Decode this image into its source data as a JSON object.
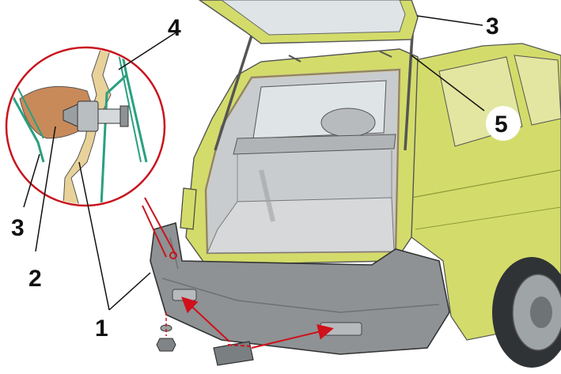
{
  "callouts": {
    "c1": "1",
    "c2": "2",
    "c3_left": "3",
    "c3_right": "3",
    "c4": "4",
    "c5": "5"
  },
  "colors": {
    "body": "#d3dc6a",
    "body_shade": "#b9c24e",
    "bumper": "#8e9294",
    "bumper_dark": "#6d7173",
    "interior": "#c9ccce",
    "seal": "#d8c48a",
    "glass": "#dfe4e6",
    "leader": "#d0101a",
    "zoom_circle": "#c8141e",
    "bracket": "#c98a5a",
    "wire": "#2aa07f"
  },
  "icons": {
    "vehicle": "hatchback-rear-view-illustration",
    "detail": "bumper-fastener-detail-zoom",
    "nut": "nut-icon",
    "washer": "washer-icon",
    "plug": "bumper-plug-icon"
  }
}
